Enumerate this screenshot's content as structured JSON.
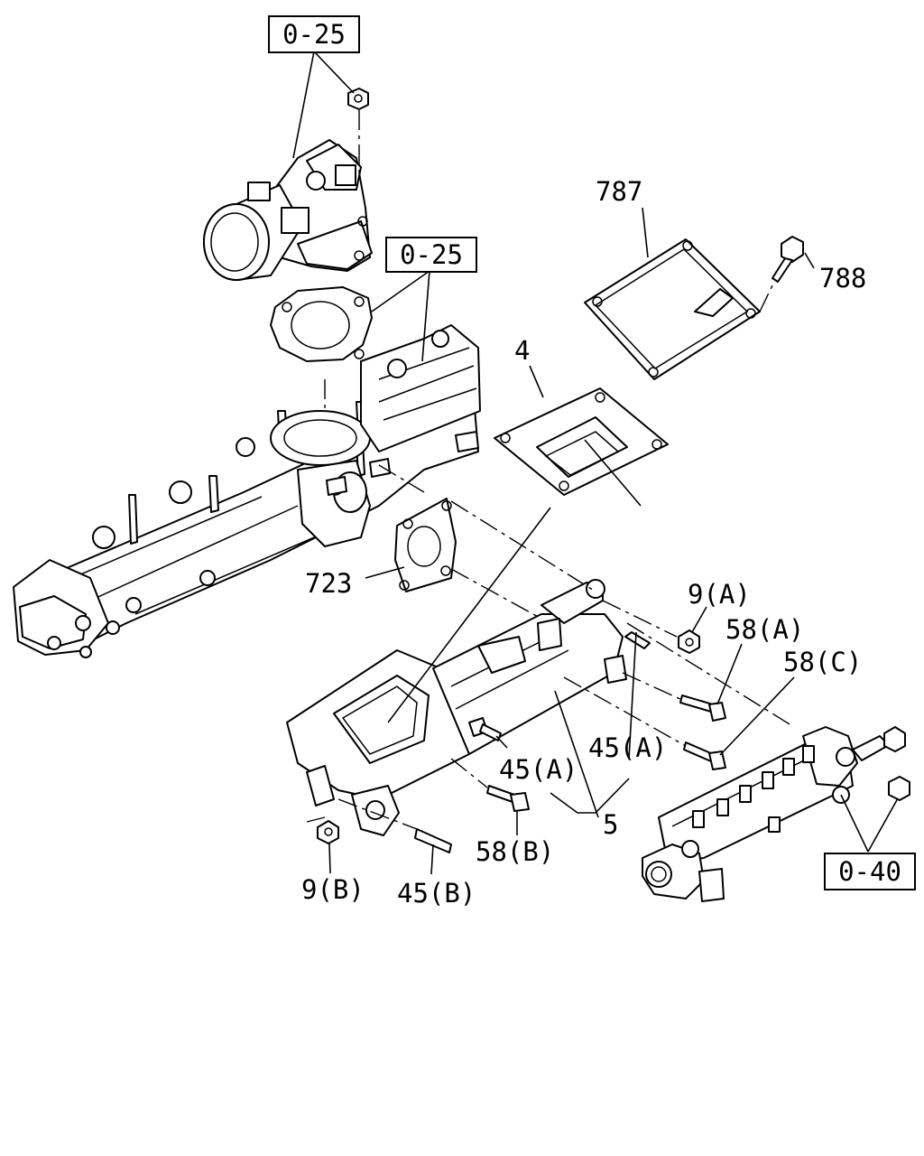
{
  "labels": {
    "ref_top": "0-25",
    "ref_mid": "0-25",
    "ref_rail": "0-40",
    "p787": "787",
    "p788": "788",
    "p4": "4",
    "p723": "723",
    "p9a": "9(A)",
    "p58a": "58(A)",
    "p58c": "58(C)",
    "p45a_left": "45(A)",
    "p45a_right": "45(A)",
    "p5": "5",
    "p58b": "58(B)",
    "p9b": "9(B)",
    "p45b": "45(B)"
  }
}
